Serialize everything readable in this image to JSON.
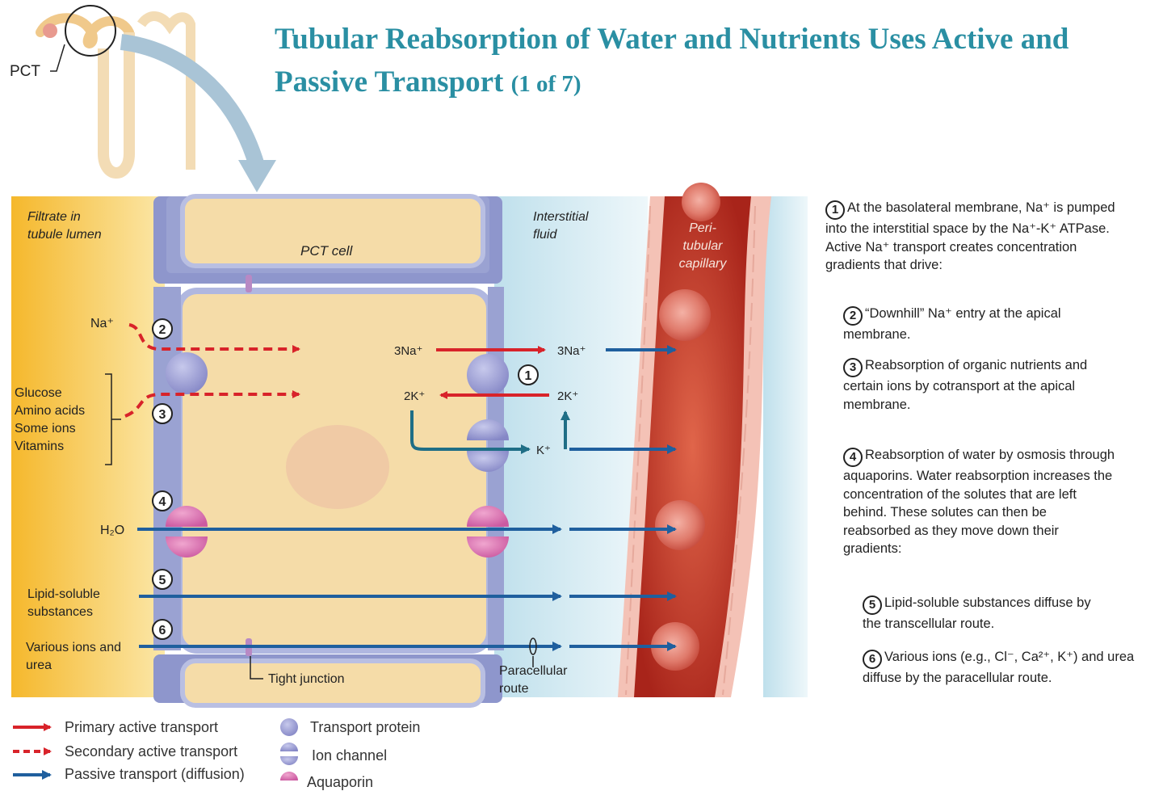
{
  "title": {
    "main": "Tubular Reabsorption of Water and Nutrients Uses Active and Passive Transport",
    "sub": "(1 of 7)"
  },
  "inset": {
    "pct_label": "PCT"
  },
  "regions": {
    "filtrate": "Filtrate in tubule lumen",
    "pct_cell": "PCT cell",
    "interstitial": "Interstitial fluid",
    "capillary": "Peri- tubular capillary"
  },
  "solutes": {
    "na": "Na⁺",
    "glucose_group": [
      "Glucose",
      "Amino acids",
      "Some ions",
      "Vitamins"
    ],
    "h2o": "H₂O",
    "lipid": "Lipid-soluble substances",
    "ions_urea": "Various ions and urea",
    "three_na_in": "3Na⁺",
    "three_na_out": "3Na⁺",
    "two_k_in": "2K⁺",
    "two_k_out": "2K⁺",
    "k": "K⁺",
    "tight_junction": "Tight junction",
    "paracellular": "Paracellular route"
  },
  "step_numbers": [
    "1",
    "2",
    "3",
    "4",
    "5",
    "6"
  ],
  "steps": [
    {
      "n": "1",
      "text": "At the basolateral membrane, Na⁺ is pumped into the interstitial space by the Na⁺-K⁺ ATPase. Active Na⁺ transport creates concentration gradients that drive:"
    },
    {
      "n": "2",
      "text": "“Downhill” Na⁺ entry at the apical membrane."
    },
    {
      "n": "3",
      "text": "Reabsorption of organic nutrients and certain ions by cotransport at the apical membrane."
    },
    {
      "n": "4",
      "text": "Reabsorption of water by osmosis through aquaporins. Water reabsorption increases the concentration of the solutes that are left behind. These solutes can then be reabsorbed as they move down their gradients:"
    },
    {
      "n": "5",
      "text": "Lipid-soluble substances diffuse by the transcellular route."
    },
    {
      "n": "6",
      "text": "Various ions (e.g., Cl⁻, Ca²⁺, K⁺) and urea diffuse by the paracellular route."
    }
  ],
  "legend": [
    {
      "label": "Primary active transport",
      "icon": "red-solid-arrow-icon"
    },
    {
      "label": "Secondary active transport",
      "icon": "red-dashed-arrow-icon"
    },
    {
      "label": "Passive transport (diffusion)",
      "icon": "blue-arrow-icon"
    },
    {
      "label": "Transport protein",
      "icon": "transport-protein-icon"
    },
    {
      "label": "Ion channel",
      "icon": "ion-channel-icon"
    },
    {
      "label": "Aquaporin",
      "icon": "aquaporin-icon"
    }
  ],
  "colors": {
    "title": "#2a8fa3",
    "primary_active": "#d8232a",
    "passive": "#1f5f9e",
    "filtrate": "#f7c236",
    "cell": "#f5dca8",
    "membrane": "#9aa2d2",
    "capillary": "#c53a2a",
    "interstitial": "#d8ecf4"
  }
}
